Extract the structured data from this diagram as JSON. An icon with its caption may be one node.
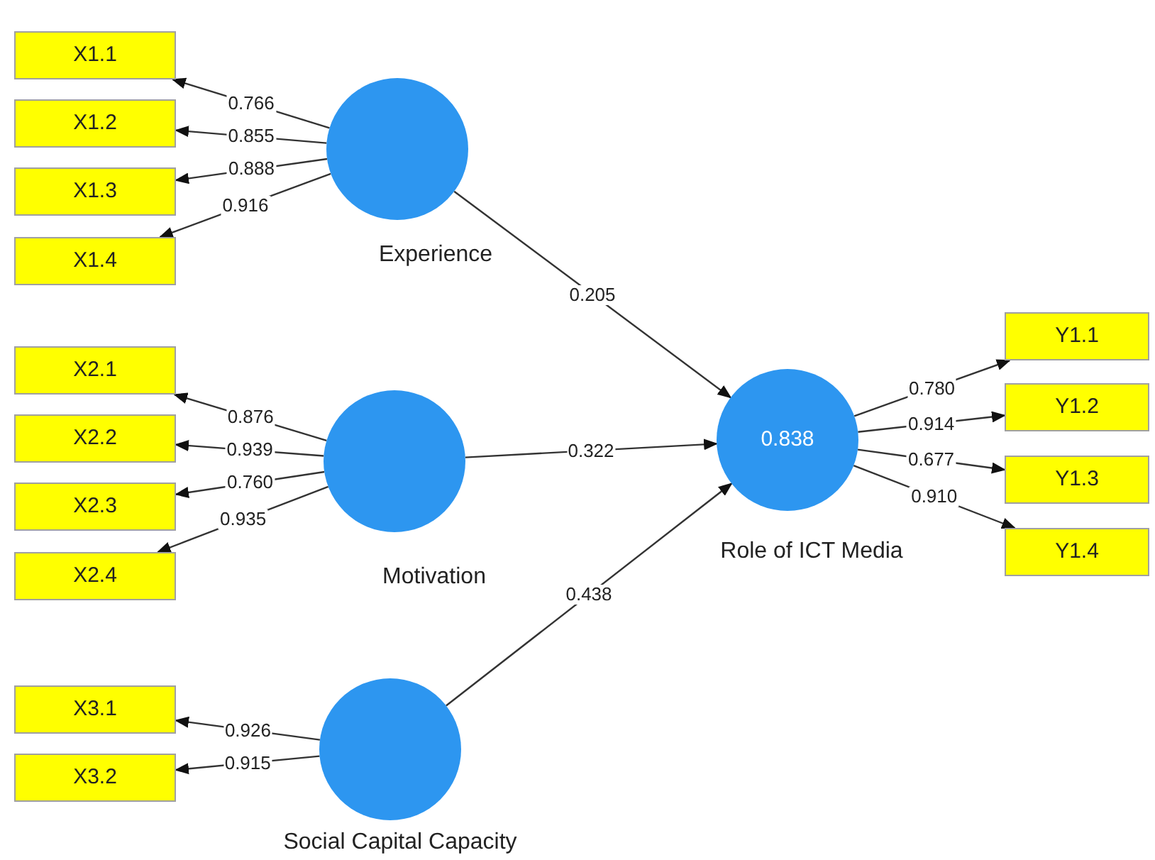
{
  "diagram": {
    "nodes": [
      {
        "text": [
          "X1.1"
        ]
      },
      {
        "text": [
          "X1.2"
        ]
      },
      {
        "text": [
          "X1.3"
        ]
      },
      {
        "text": [
          "X1.4"
        ]
      },
      {
        "text": [
          "Experience"
        ]
      },
      {
        "text": [
          "X2.1"
        ]
      },
      {
        "text": [
          "X2.2"
        ]
      },
      {
        "text": [
          "X2.3"
        ]
      },
      {
        "text": [
          "X2.4"
        ]
      },
      {
        "text": [
          "Motivation"
        ]
      },
      {
        "text": [
          "X3.1"
        ]
      },
      {
        "text": [
          "X3.2"
        ]
      },
      {
        "text": [
          "Social Capital Capacity"
        ]
      },
      {
        "text": [
          "0.838",
          "Role of ICT Media"
        ]
      },
      {
        "text": [
          "Y1.1"
        ]
      },
      {
        "text": [
          "Y1.2"
        ]
      },
      {
        "text": [
          "Y1.3"
        ]
      },
      {
        "text": [
          "Y1.4"
        ]
      }
    ],
    "edges": [
      {
        "from": 4,
        "to": 0,
        "arrow": "to",
        "label": "0.766"
      },
      {
        "from": 4,
        "to": 1,
        "arrow": "to",
        "label": "0.855"
      },
      {
        "from": 4,
        "to": 2,
        "arrow": "to",
        "label": "0.888"
      },
      {
        "from": 4,
        "to": 3,
        "arrow": "to",
        "label": "0.916"
      },
      {
        "from": 9,
        "to": 5,
        "arrow": "to",
        "label": "0.876"
      },
      {
        "from": 9,
        "to": 6,
        "arrow": "to",
        "label": "0.939"
      },
      {
        "from": 9,
        "to": 7,
        "arrow": "to",
        "label": "0.760"
      },
      {
        "from": 9,
        "to": 8,
        "arrow": "to",
        "label": "0.935"
      },
      {
        "from": 12,
        "to": 10,
        "arrow": "to",
        "label": "0.926"
      },
      {
        "from": 12,
        "to": 11,
        "arrow": "to",
        "label": "0.915"
      },
      {
        "from": 4,
        "to": 13,
        "arrow": "to",
        "label": "0.205"
      },
      {
        "from": 9,
        "to": 13,
        "arrow": "to",
        "label": "0.322"
      },
      {
        "from": 12,
        "to": 13,
        "arrow": "to",
        "label": "0.438"
      },
      {
        "from": 13,
        "to": 14,
        "arrow": "to",
        "label": "0.780"
      },
      {
        "from": 13,
        "to": 15,
        "arrow": "to",
        "label": "0.914"
      },
      {
        "from": 13,
        "to": 16,
        "arrow": "to",
        "label": "0.677"
      },
      {
        "from": 13,
        "to": 17,
        "arrow": "to",
        "label": "0.910"
      }
    ]
  }
}
